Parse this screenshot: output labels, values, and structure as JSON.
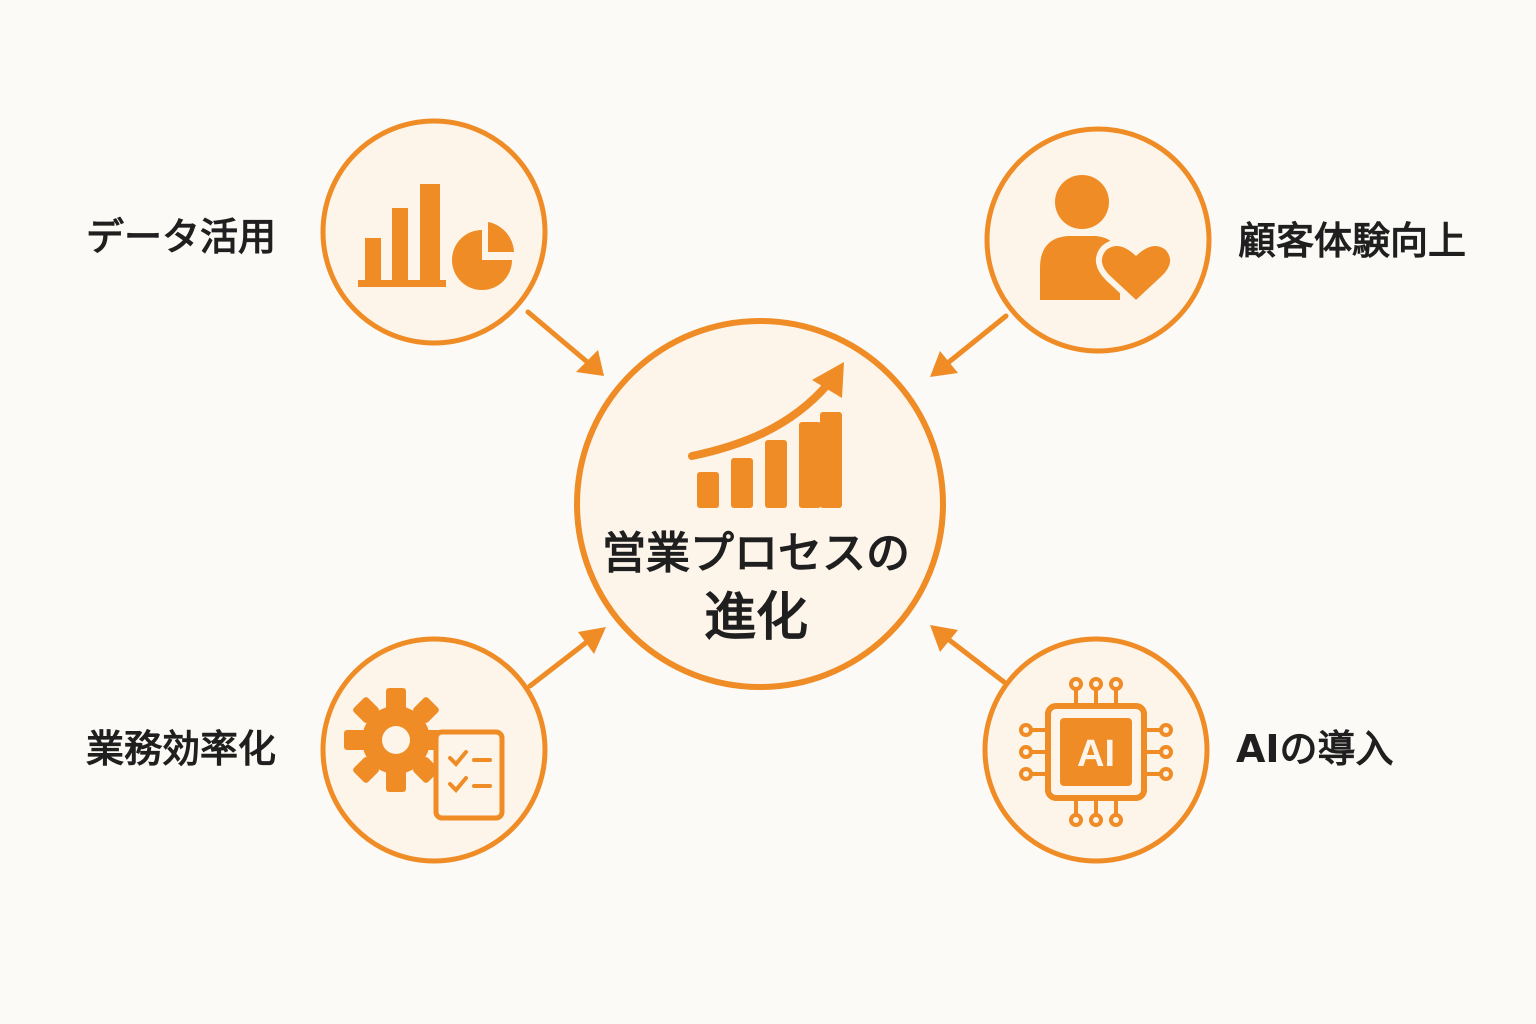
{
  "center": {
    "title_line1": "営業プロセスの",
    "title_line2": "進化",
    "icon": "growth-chart-icon"
  },
  "nodes": [
    {
      "id": "data",
      "label": "データ活用",
      "icon": "bar-pie-chart-icon"
    },
    {
      "id": "cx",
      "label": "顧客体験向上",
      "icon": "person-heart-icon"
    },
    {
      "id": "efficiency",
      "label": "業務効率化",
      "icon": "gear-checklist-icon"
    },
    {
      "id": "ai",
      "label": "AIの導入",
      "icon": "ai-chip-icon",
      "chip_text": "AI"
    }
  ],
  "colors": {
    "accent": "#ef8c25",
    "circle_fill": "#fdf4ea",
    "text": "#1f1f1f",
    "background": "#fcfaf6"
  }
}
